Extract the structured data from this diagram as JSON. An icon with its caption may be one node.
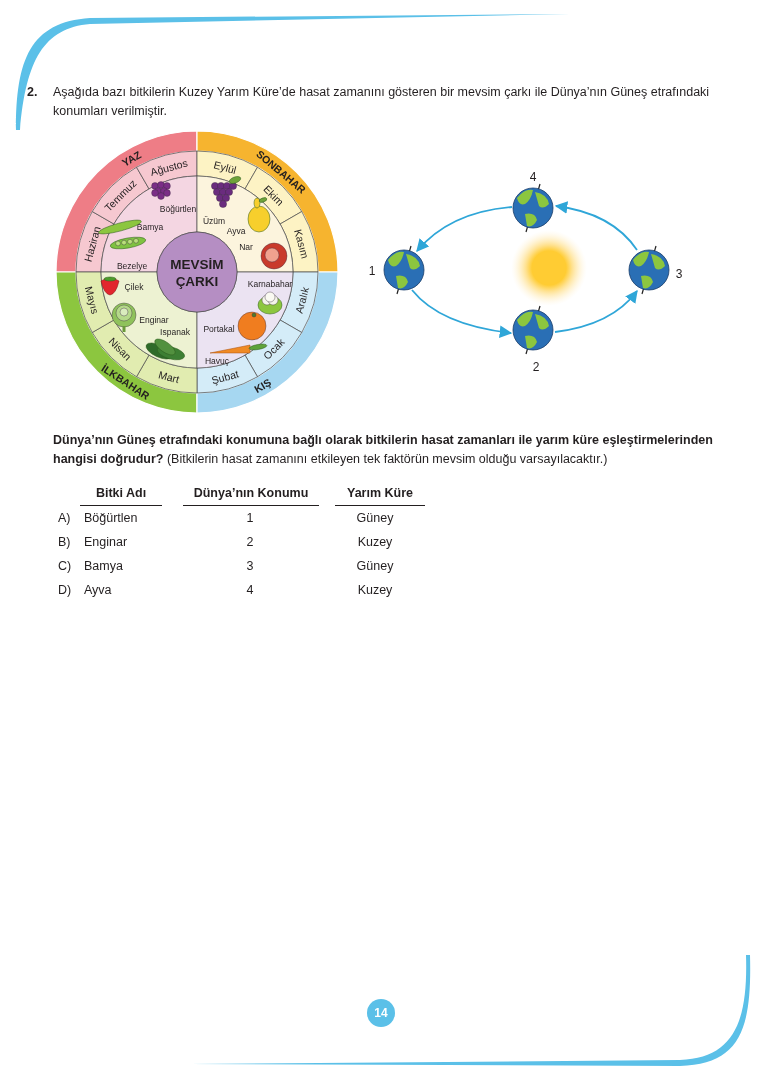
{
  "diagram": {
    "nodes": [
      {
        "text": [
          "YAZ"
        ]
      },
      {
        "text": [
          "SONBAHAR"
        ]
      },
      {
        "text": [
          "İLKBAHAR"
        ]
      },
      {
        "text": [
          "KIŞ"
        ]
      },
      {
        "text": [
          "Haziran"
        ]
      },
      {
        "text": [
          "Temmuz"
        ]
      },
      {
        "text": [
          "Ağustos"
        ]
      },
      {
        "text": [
          "Eylül"
        ]
      },
      {
        "text": [
          "Ekim"
        ]
      },
      {
        "text": [
          "Kasım"
        ]
      },
      {
        "text": [
          "Aralık"
        ]
      },
      {
        "text": [
          "Ocak"
        ]
      },
      {
        "text": [
          "Şubat"
        ]
      },
      {
        "text": [
          "Mart"
        ]
      },
      {
        "text": [
          "Nisan"
        ]
      },
      {
        "text": [
          "Mayıs"
        ]
      },
      {
        "text": [
          "Böğürtlen",
          "Bamya",
          "Bezelye"
        ]
      },
      {
        "text": [
          "Üzüm",
          "Ayva",
          "Nar"
        ]
      },
      {
        "text": [
          "Çilek",
          "Enginar",
          "Ispanak"
        ]
      },
      {
        "text": [
          "Karnabahar",
          "Portakal",
          "Havuç"
        ]
      },
      {
        "text": [
          "MEVSİM ÇARKI"
        ]
      },
      {
        "text": [],
        "shape": "picture",
        "beside": [
          "1"
        ]
      },
      {
        "text": [],
        "shape": "picture",
        "beside": [
          "4"
        ]
      },
      {
        "text": [],
        "shape": "picture",
        "beside": [
          "2"
        ]
      },
      {
        "text": [],
        "shape": "picture",
        "beside": [
          "3"
        ]
      },
      {
        "text": [
          "14"
        ]
      }
    ],
    "edges": [
      {
        "from": 21,
        "to": 23,
        "arrow": "to"
      },
      {
        "from": 23,
        "to": 24,
        "arrow": "to"
      },
      {
        "from": 24,
        "to": 22,
        "arrow": "to"
      },
      {
        "from": 22,
        "to": 21,
        "arrow": "to"
      }
    ],
    "labels": [
      "2.",
      "Aşağıda bazı bitkilerin Kuzey Yarım Küre’de hasat zamanını gösteren bir mevsim çarkı ile Dünya’nın Güneş etrafındaki konumları verilmiştir.",
      "**Dünya’nın Güneş etrafındaki konumuna bağlı olarak bitkilerin hasat zamanları ile yarım küre eşleştirmelerinden hangisi doğrudur?** (Bitkilerin hasat zamanını etkileyen tek faktörün mevsim olduğu varsayılacaktır.)",
      "Bitki Adı",
      "Dünya’nın Konumu",
      "Yarım Küre",
      "A)",
      "Böğürtlen",
      "1",
      "Güney",
      "B)",
      "Enginar",
      "2",
      "Kuzey",
      "C)",
      "Bamya",
      "3",
      "Güney",
      "D)",
      "Ayva",
      "4",
      "Kuzey"
    ]
  }
}
